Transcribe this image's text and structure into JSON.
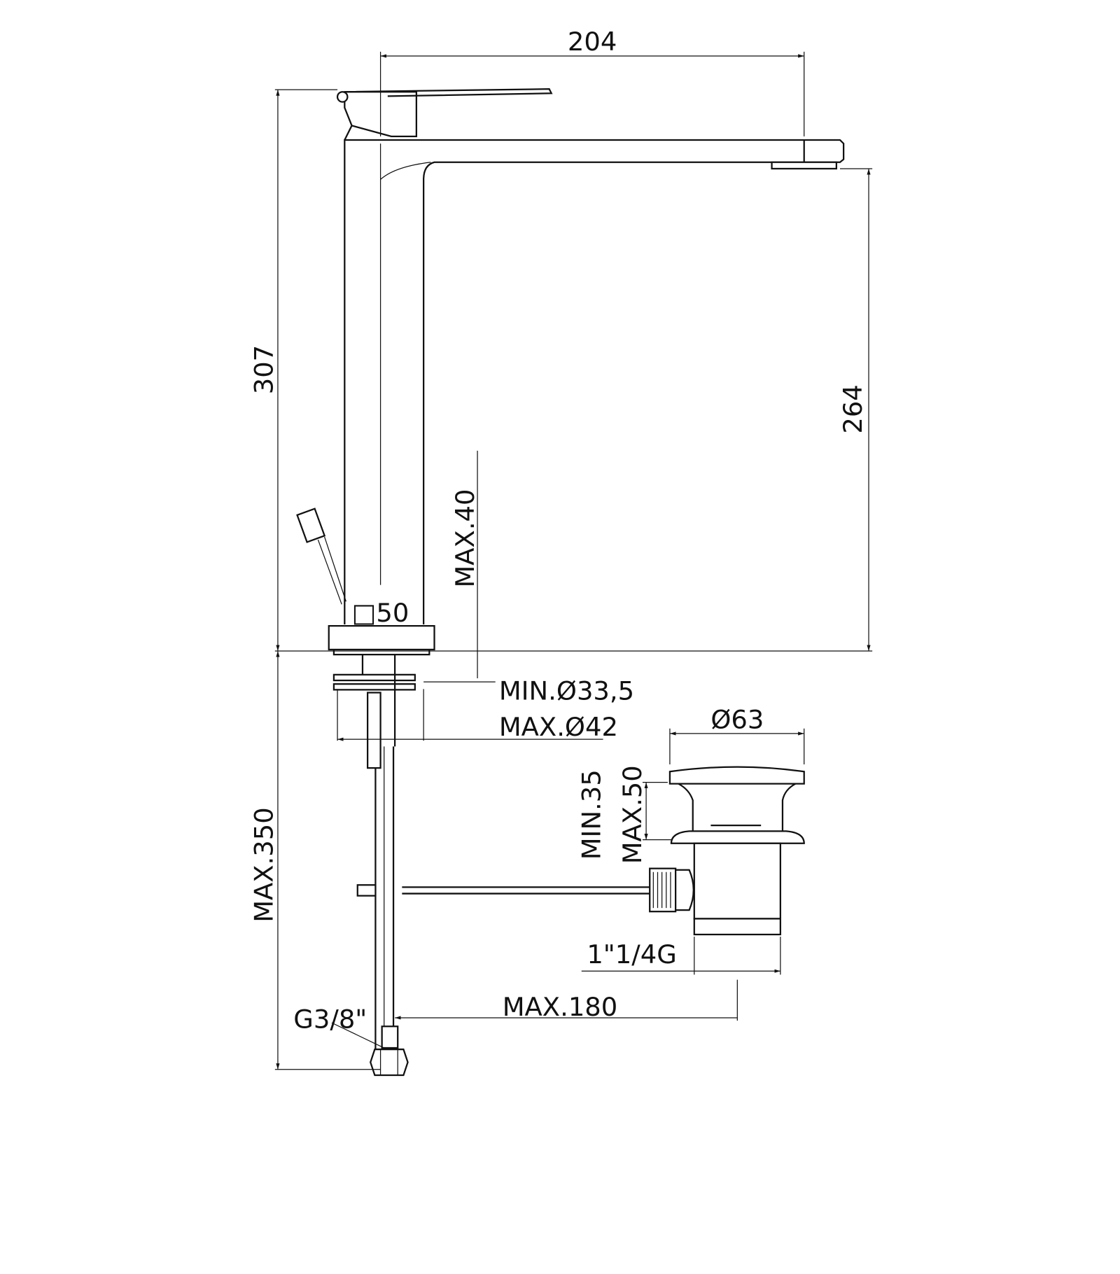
{
  "title": "Basin mixer technical drawing",
  "dimensions": {
    "spout_reach": "204",
    "total_height": "307",
    "spout_height": "264",
    "max_deck_thickness": "MAX.40",
    "base_size": "□50",
    "min_hole": "MIN.Ø33,5",
    "max_hole": "MAX.Ø42",
    "waste_cap_diameter": "Ø63",
    "waste_min": "MIN.35",
    "waste_max": "MAX.50",
    "waste_thread": "1\"1/4G",
    "max_rod_length": "MAX.180",
    "max_hose_length": "MAX.350",
    "hose_thread": "G3/8\""
  },
  "colors": {
    "line": "#111111",
    "background": "#ffffff"
  }
}
